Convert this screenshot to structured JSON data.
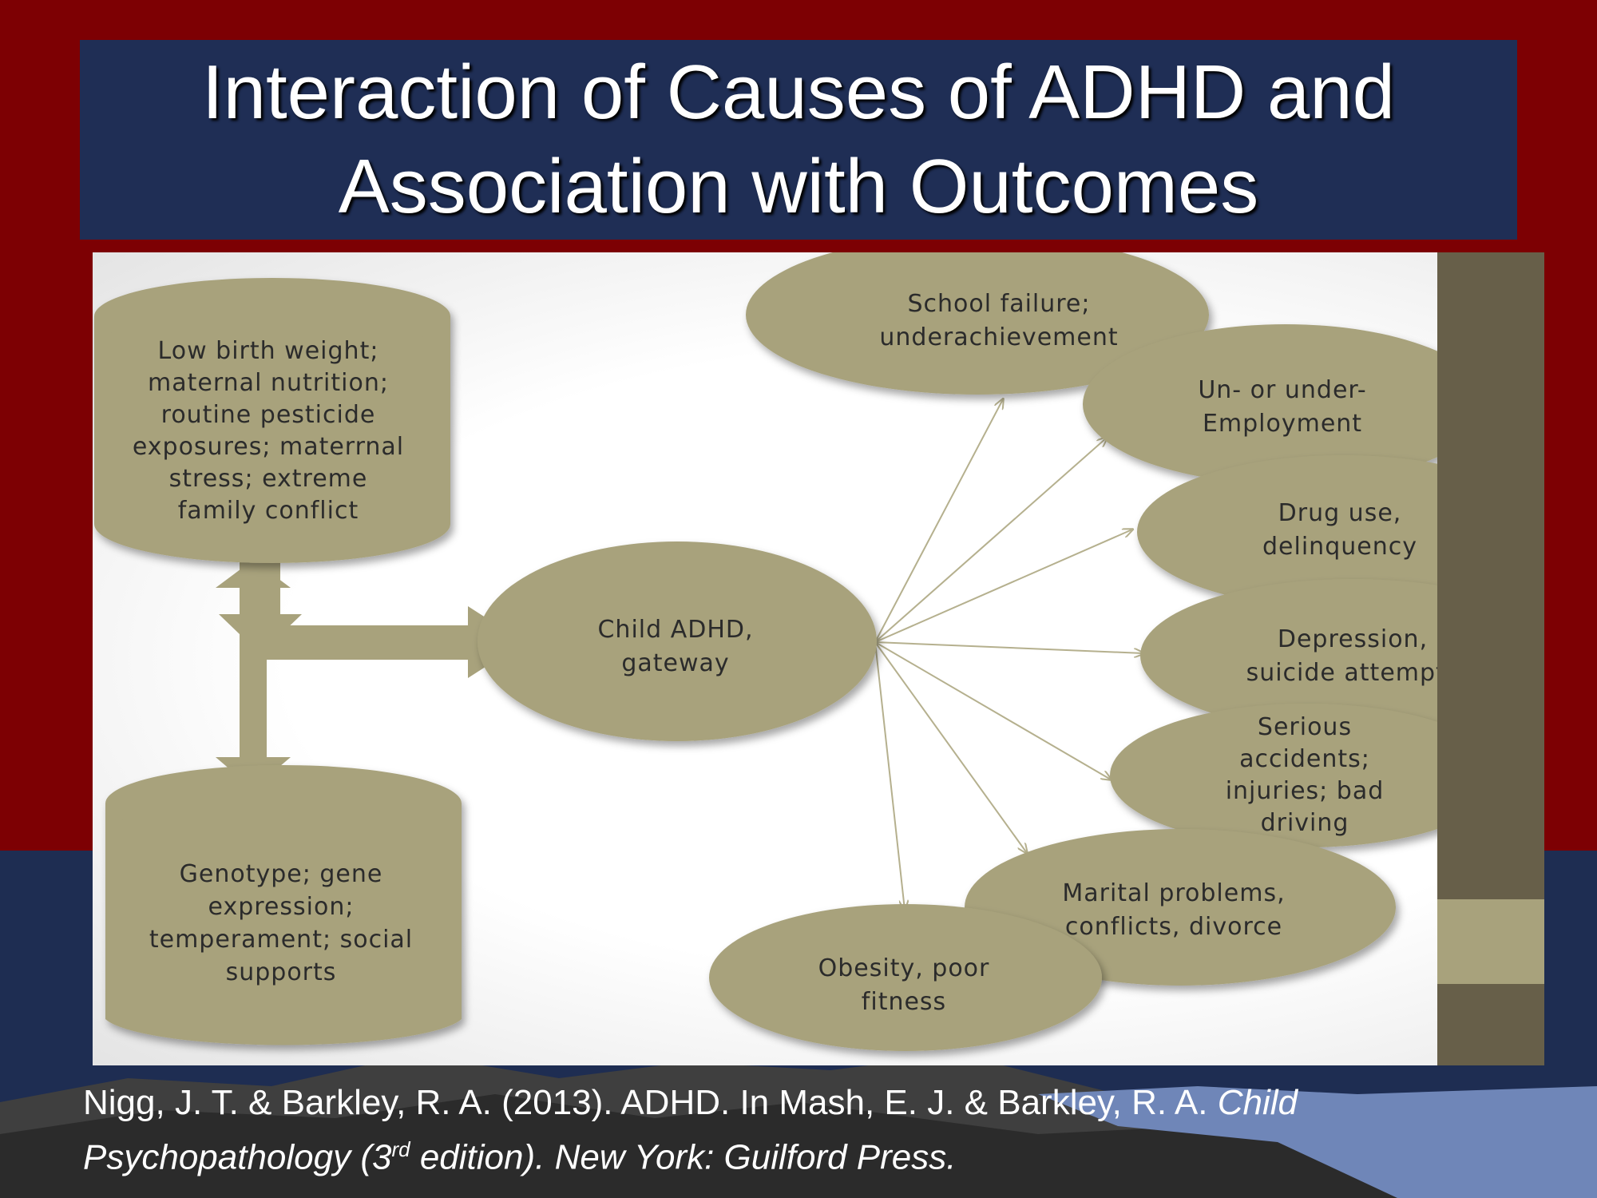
{
  "slide": {
    "title_line1": "Interaction of Causes of ADHD and",
    "title_line2": "Association with Outcomes"
  },
  "diagram": {
    "causes": [
      {
        "lines": [
          "Low birth weight;",
          "maternal nutrition;",
          "routine pesticide",
          "exposures; materrnal",
          "stress; extreme",
          "family conflict"
        ]
      },
      {
        "lines": [
          "Genotype; gene",
          "expression;",
          "temperament; social",
          "supports"
        ]
      }
    ],
    "gateway": {
      "lines": [
        "Child ADHD,",
        "gateway"
      ]
    },
    "outcomes": [
      {
        "lines": [
          "School failure;",
          "underachievement"
        ]
      },
      {
        "lines": [
          "Un- or under-",
          "Employment"
        ]
      },
      {
        "lines": [
          "Drug use,",
          "delinquency"
        ]
      },
      {
        "lines": [
          "Depression,",
          "suicide attempts"
        ]
      },
      {
        "lines": [
          "Serious",
          "accidents;",
          "injuries; bad",
          "driving"
        ]
      },
      {
        "lines": [
          "Marital problems,",
          "conflicts, divorce"
        ]
      },
      {
        "lines": [
          "Obesity, poor",
          "fitness"
        ]
      }
    ]
  },
  "citation": {
    "part1": "Nigg, J. T. & Barkley, R. A. (2013). ADHD.  In Mash, E. J. & Barkley, R. A. ",
    "italic1": "Child Psychopathology (3",
    "sup": "rd",
    "italic2": " edition).  New York: Guilford Press."
  },
  "colors": {
    "shape_fill": "#a8a27c",
    "arrow": "#b5b08e",
    "title_bg": "#1f2e55",
    "maroon": "#7d0003"
  }
}
